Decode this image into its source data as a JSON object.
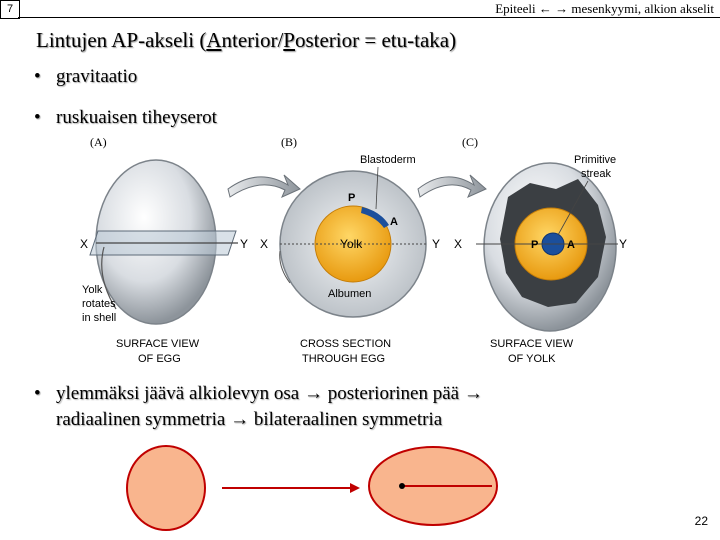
{
  "slide_number": "7",
  "header": "Epiteeli ← → mesenkyymi, alkion akselit",
  "title": {
    "before": "Lintujen AP-akseli (",
    "a_letter": "A",
    "a_rest": "nterior/",
    "p_letter": "P",
    "p_rest": "osterior = etu-taka)"
  },
  "bullets": {
    "b1": "gravitaatio",
    "b2": "ruskuaisen tiheyserot",
    "b3_line1": "ylemmäksi jäävä alkiolevyn osa → posteriorinen pää →",
    "b3_line2": "radiaalinen symmetria → bilateraalinen symmetria",
    "marker": "•"
  },
  "figure": {
    "panel_a": "(A)",
    "panel_b": "(B)",
    "panel_c": "(C)",
    "x": "X",
    "y": "Y",
    "p": "P",
    "a": "A",
    "blastoderm": "Blastoderm",
    "yolk": "Yolk",
    "albumen": "Albumen",
    "primitive_streak_1": "Primitive",
    "primitive_streak_2": "streak",
    "yolk_rotates_1": "Yolk",
    "yolk_rotates_2": "rotates",
    "yolk_rotates_3": "in shell",
    "caption_a_1": "SURFACE VIEW",
    "caption_a_2": "OF EGG",
    "caption_b_1": "CROSS SECTION",
    "caption_b_2": "THROUGH EGG",
    "caption_c_1": "SURFACE VIEW",
    "caption_c_2": "OF YOLK"
  },
  "page_number": "22",
  "colors": {
    "shape_red": "#c00000",
    "shape_fill": "#f9b58e",
    "yolk": "#f6b21a",
    "blastoderm": "#1b4f9c"
  }
}
